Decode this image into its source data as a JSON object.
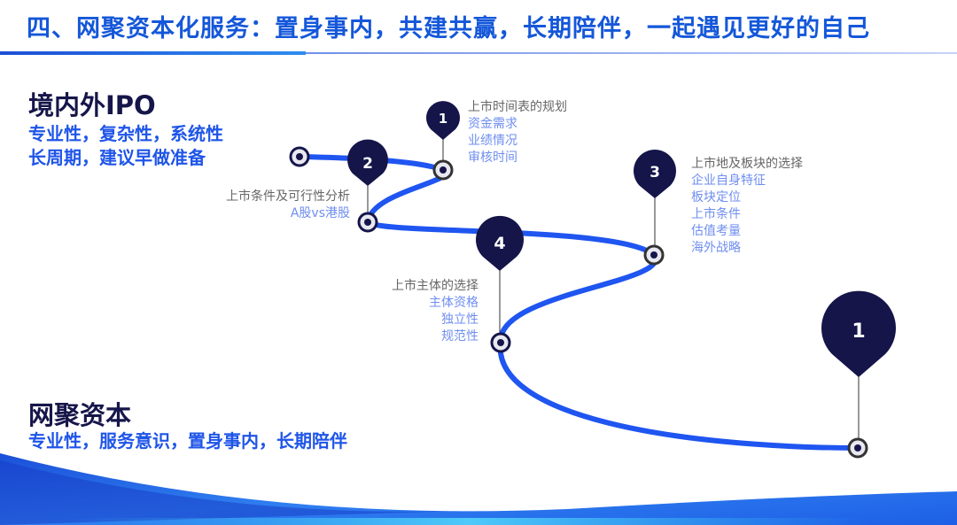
{
  "title": "四、网聚资本化服务：置身事内，共建共赢，长期陪伴，一起遇见更好的自己",
  "left": {
    "ipo_title": "境内外IPO",
    "ipo_lines": [
      "专业性，复杂性，系统性",
      "长周期，建议早做准备"
    ],
    "brand_title": "网聚资本",
    "brand_line": "专业性，服务意识，置身事内，长期陪伴"
  },
  "steps": [
    {
      "number": "1",
      "label": "上市时间表的规划",
      "items": [
        "资金需求",
        "业绩情况",
        "审核时间"
      ]
    },
    {
      "number": "2",
      "label": "上市条件及可行性分析",
      "items": [
        "A股vs港股"
      ]
    },
    {
      "number": "3",
      "label": "上市地及板块的选择",
      "items": [
        "企业自身特征",
        "板块定位",
        "上市条件",
        "估值考量",
        "海外战略"
      ]
    },
    {
      "number": "4",
      "label": "上市主体的选择",
      "items": [
        "主体资格",
        "独立性",
        "规范性"
      ]
    },
    {
      "number": "1"
    }
  ],
  "colors": {
    "path": "#1f55f0",
    "pin": "#15154a",
    "title": "#1457d9"
  }
}
